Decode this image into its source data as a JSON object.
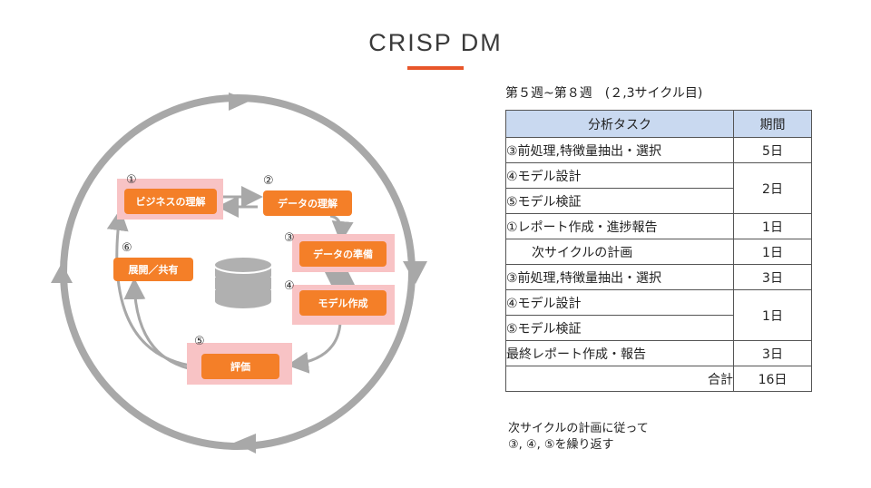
{
  "title": "CRISP DM",
  "colors": {
    "accent": "#e8562a",
    "box": "#f47f28",
    "highlight": "#f8c3c5",
    "header": "#c9d9f0",
    "cycle": "#a8a8a8"
  },
  "diagram": {
    "steps": [
      {
        "num": "①",
        "label": "ビジネスの理解"
      },
      {
        "num": "②",
        "label": "データの理解"
      },
      {
        "num": "③",
        "label": "データの準備"
      },
      {
        "num": "④",
        "label": "モデル作成"
      },
      {
        "num": "⑤",
        "label": "評価"
      },
      {
        "num": "⑥",
        "label": "展開／共有"
      }
    ],
    "center_icon": "database-icon"
  },
  "schedule": {
    "heading": "第５週~第８週　(２,3サイクル目)",
    "columns": [
      "分析タスク",
      "期間"
    ],
    "rows": [
      {
        "task": "③前処理,特徴量抽出・選択",
        "period": "5日"
      },
      {
        "task": "④モデル設計",
        "period": "2日"
      },
      {
        "task": "⑤モデル検証"
      },
      {
        "task": "①レポート作成・進捗報告",
        "period": "1日"
      },
      {
        "task": "次サイクルの計画",
        "period": "1日"
      },
      {
        "task": "③前処理,特徴量抽出・選択",
        "period": "3日"
      },
      {
        "task": "④モデル設計",
        "period": "1日"
      },
      {
        "task": "⑤モデル検証"
      },
      {
        "task": "最終レポート作成・報告",
        "period": "3日"
      }
    ],
    "total_label": "合計",
    "total_value": "16日"
  },
  "note": {
    "line1": "次サイクルの計画に従って",
    "line2": "③, ④, ⑤を繰り返す"
  }
}
